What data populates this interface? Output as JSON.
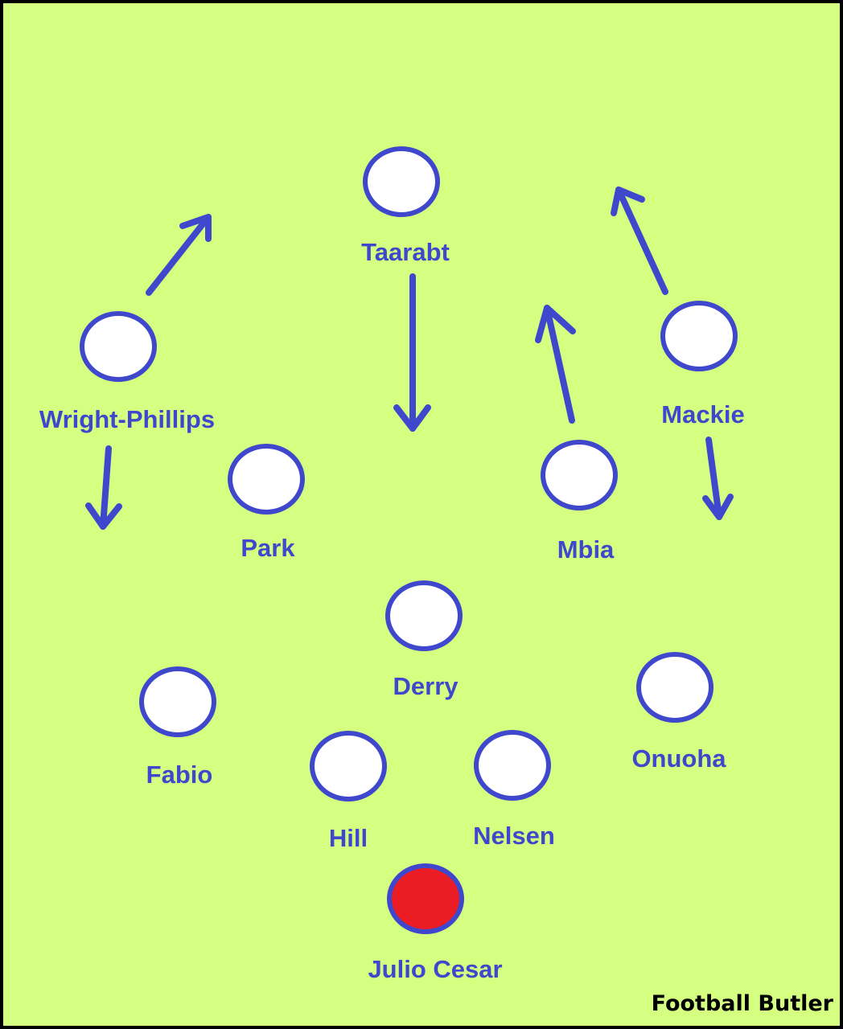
{
  "colors": {
    "pitch": "#d4ff80",
    "border": "#000000",
    "outfield_fill": "#ffffff",
    "goalkeeper_fill": "#ec1c24",
    "outline_and_text": "#3f48cc",
    "watermark": "#000000"
  },
  "players": [
    {
      "id": "taarabt",
      "name": "Taarabt",
      "role": "outfield"
    },
    {
      "id": "wright-phillips",
      "name": "Wright-Phillips",
      "role": "outfield"
    },
    {
      "id": "mackie",
      "name": "Mackie",
      "role": "outfield"
    },
    {
      "id": "park",
      "name": "Park",
      "role": "outfield"
    },
    {
      "id": "mbia",
      "name": "Mbia",
      "role": "outfield"
    },
    {
      "id": "derry",
      "name": "Derry",
      "role": "outfield"
    },
    {
      "id": "fabio",
      "name": "Fabio",
      "role": "outfield"
    },
    {
      "id": "onuoha",
      "name": "Onuoha",
      "role": "outfield"
    },
    {
      "id": "hill",
      "name": "Hill",
      "role": "outfield"
    },
    {
      "id": "nelsen",
      "name": "Nelsen",
      "role": "outfield"
    },
    {
      "id": "julio-cesar",
      "name": "Julio Cesar",
      "role": "goalkeeper"
    }
  ],
  "movement_arrows": [
    {
      "player": "wright-phillips",
      "direction": "forward"
    },
    {
      "player": "wright-phillips",
      "direction": "back"
    },
    {
      "player": "taarabt",
      "direction": "back"
    },
    {
      "player": "mbia",
      "direction": "forward"
    },
    {
      "player": "mackie",
      "direction": "forward"
    },
    {
      "player": "mackie",
      "direction": "back"
    }
  ],
  "watermark": "Football Butler"
}
